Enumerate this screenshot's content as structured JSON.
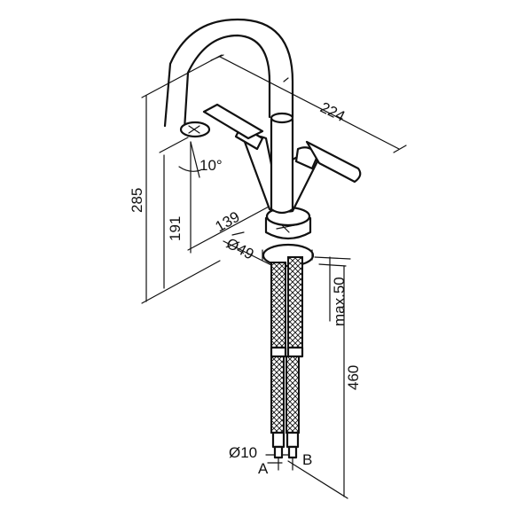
{
  "dimensions": {
    "width_224": "224",
    "height_285": "285",
    "height_191": "191",
    "reach_139": "139",
    "angle_10": "10°",
    "hole_diameter": "Ø49",
    "max_thickness": "max.50",
    "hose_length": "460",
    "hose_diameter": "Ø10"
  },
  "connections": {
    "inlet_a": "A",
    "inlet_b": "B"
  },
  "colors": {
    "line": "#111111",
    "background": "#ffffff"
  }
}
